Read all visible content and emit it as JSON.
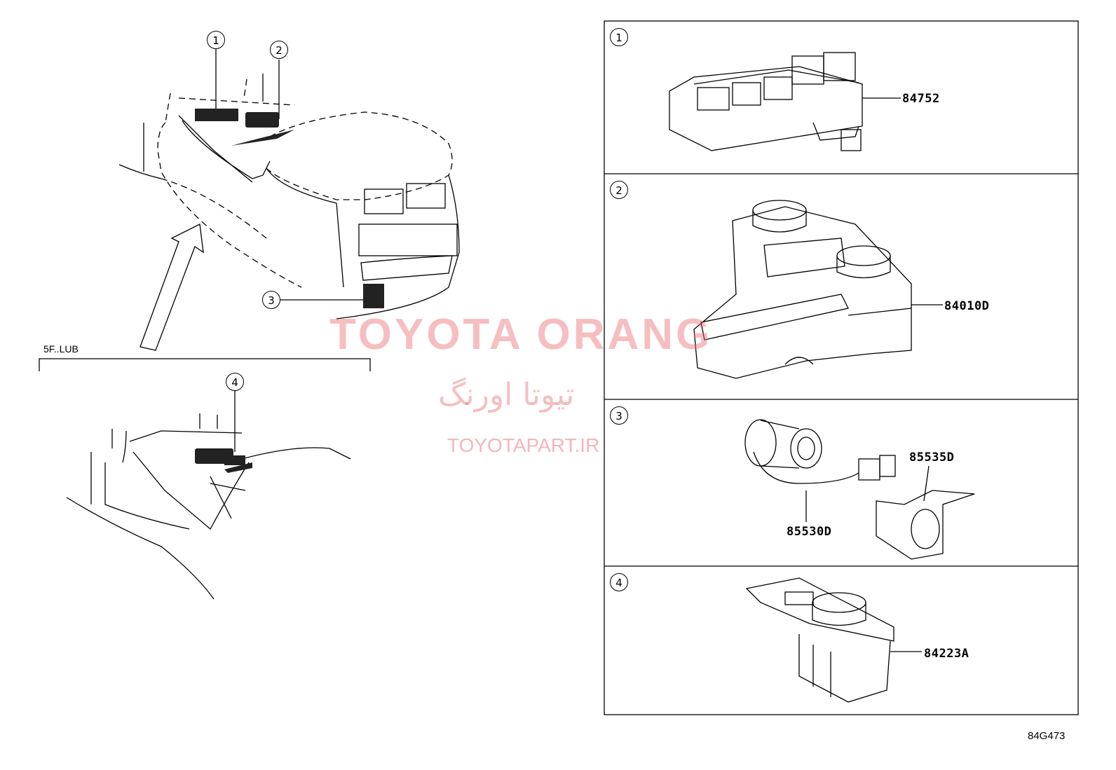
{
  "callouts": {
    "c1": "1",
    "c2": "2",
    "c3": "3",
    "c4": "4"
  },
  "variant_label": "5F..LUB",
  "panels": [
    {
      "number": "1",
      "part": "84752"
    },
    {
      "number": "2",
      "part": "84010D"
    },
    {
      "number": "3",
      "parts": [
        "85535D",
        "85530D"
      ]
    },
    {
      "number": "4",
      "part": "84223A"
    }
  ],
  "watermark": {
    "line1": "TOYOTA ORANG",
    "line2": "تیوتا اورنگ",
    "line3": "TOYOTAPART.IR"
  },
  "diagram_code": "84G473"
}
